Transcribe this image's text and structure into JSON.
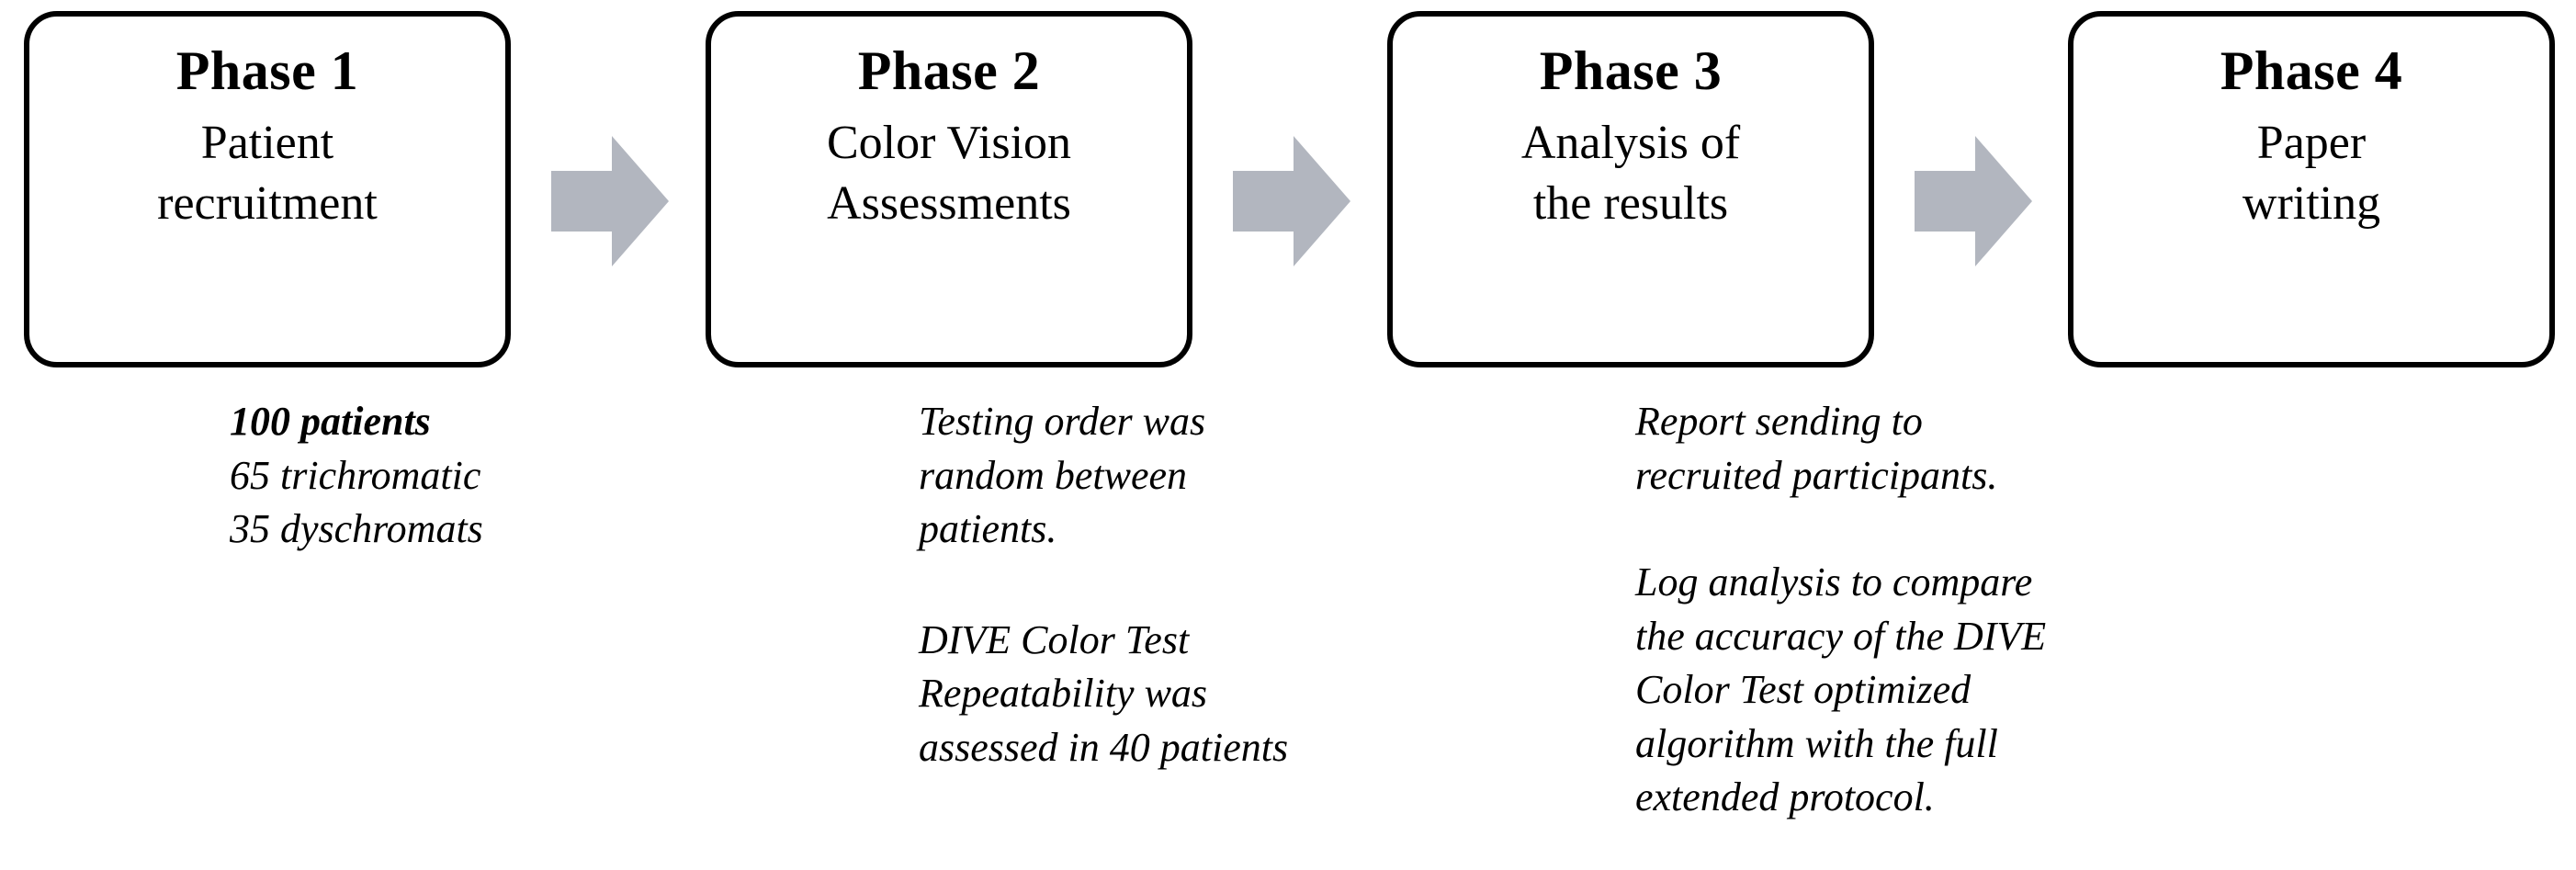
{
  "diagram": {
    "title": "Study phases flow diagram",
    "colors": {
      "box_border": "#000000",
      "box_fill": "#ffffff",
      "arrow_fill": "#b2b6bf",
      "text": "#000000"
    },
    "phases": [
      {
        "title": "Phase 1",
        "subtitle": "Patient\nrecruitment",
        "captions": [
          {
            "text": "100 patients",
            "emphasis": true
          },
          {
            "text": "65 trichromatic",
            "emphasis": false
          },
          {
            "text": "35 dyschromats",
            "emphasis": false
          }
        ]
      },
      {
        "title": "Phase 2",
        "subtitle": "Color Vision\nAssessments",
        "captions": [
          {
            "text": "Testing order was\nrandom between\npatients.",
            "emphasis": false
          },
          {
            "text": "DIVE Color Test\nRepeatability was\nassessed in 40 patients",
            "emphasis": false
          }
        ]
      },
      {
        "title": "Phase 3",
        "subtitle": "Analysis of\nthe results",
        "captions": [
          {
            "text": "Report sending to\nrecruited participants.",
            "emphasis": false
          },
          {
            "text": "Log analysis to compare\nthe accuracy of the DIVE\nColor Test optimized\nalgorithm with the full\nextended protocol.",
            "emphasis": false
          }
        ]
      },
      {
        "title": "Phase 4",
        "subtitle": "Paper\nwriting",
        "captions": []
      }
    ],
    "arrows": [
      {
        "name": "arrow-phase1-to-phase2",
        "direction": "right"
      },
      {
        "name": "arrow-phase2-to-phase3",
        "direction": "right"
      },
      {
        "name": "arrow-phase3-to-phase4",
        "direction": "right"
      }
    ]
  }
}
